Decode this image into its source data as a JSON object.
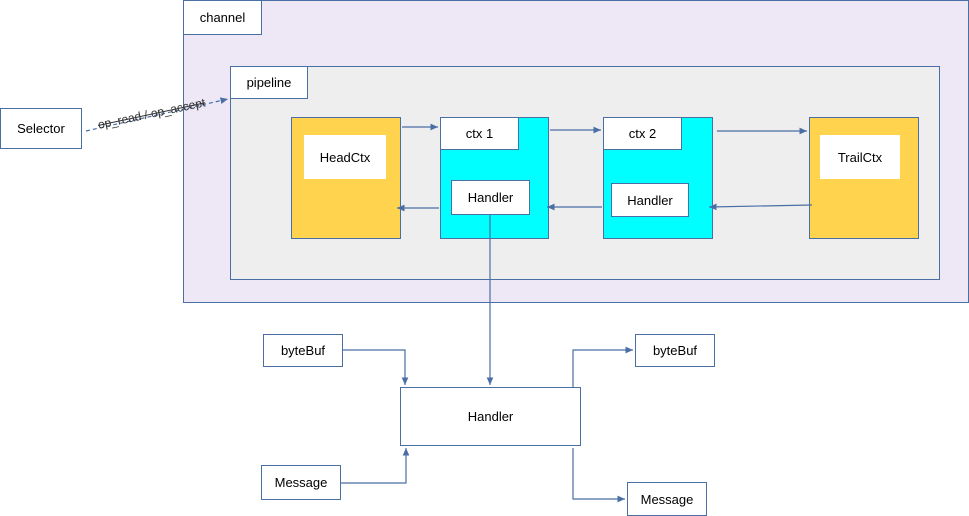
{
  "channel": {
    "label": "channel"
  },
  "pipeline": {
    "label": "pipeline"
  },
  "selector": {
    "label": "Selector"
  },
  "edge": {
    "label": "op_read / op_accept"
  },
  "head_ctx": {
    "label": "HeadCtx"
  },
  "ctx1": {
    "label": "ctx 1",
    "handler": "Handler"
  },
  "ctx2": {
    "label": "ctx 2",
    "handler": "Handler"
  },
  "trail_ctx": {
    "label": "TrailCtx"
  },
  "detail": {
    "input_bytebuf": "byteBuf",
    "input_message": "Message",
    "handler": "Handler",
    "output_bytebuf": "byteBuf",
    "output_message": "Message"
  },
  "colors": {
    "channel_fill": "#ede7f6",
    "pipeline_fill": "#eeeeee",
    "ctx_yellow": "#ffd34d",
    "ctx_cyan": "#00ffff",
    "line": "#4a6fa5"
  }
}
